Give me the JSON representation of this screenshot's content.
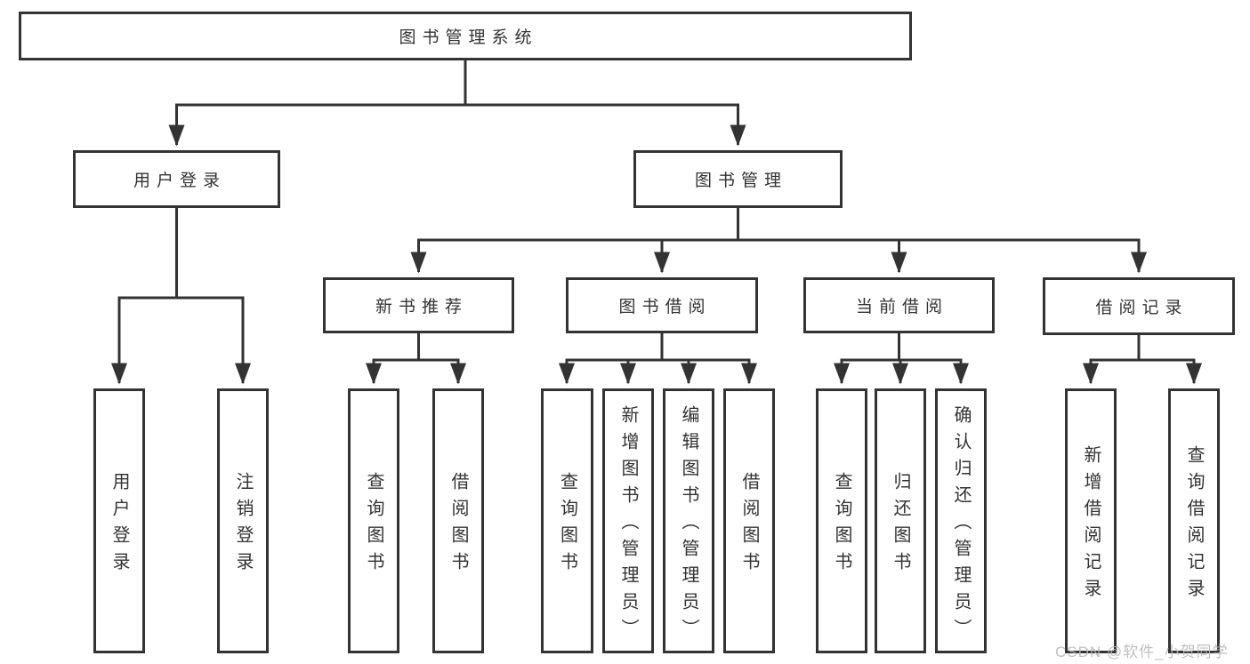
{
  "diagram": {
    "title": "图书管理系统",
    "level2": [
      {
        "label": "用户登录"
      },
      {
        "label": "图书管理"
      }
    ],
    "level3": [
      {
        "label": "新书推荐"
      },
      {
        "label": "图书借阅"
      },
      {
        "label": "当前借阅"
      },
      {
        "label": "借阅记录"
      }
    ],
    "leaves": [
      {
        "label": "用户登录"
      },
      {
        "label": "注销登录"
      },
      {
        "label": "查询图书"
      },
      {
        "label": "借阅图书"
      },
      {
        "label": "查询图书"
      },
      {
        "label": "新增图书（管理员）"
      },
      {
        "label": "编辑图书（管理员）"
      },
      {
        "label": "借阅图书"
      },
      {
        "label": "查询图书"
      },
      {
        "label": "归还图书"
      },
      {
        "label": "确认归还（管理员）"
      },
      {
        "label": "新增借阅记录"
      },
      {
        "label": "查询借阅记录"
      }
    ]
  },
  "watermark": "CSDN @软件_小贺同学",
  "colors": {
    "line": "#333333",
    "text": "#333333",
    "watermark": "#b9b9b9",
    "background": "#ffffff"
  }
}
